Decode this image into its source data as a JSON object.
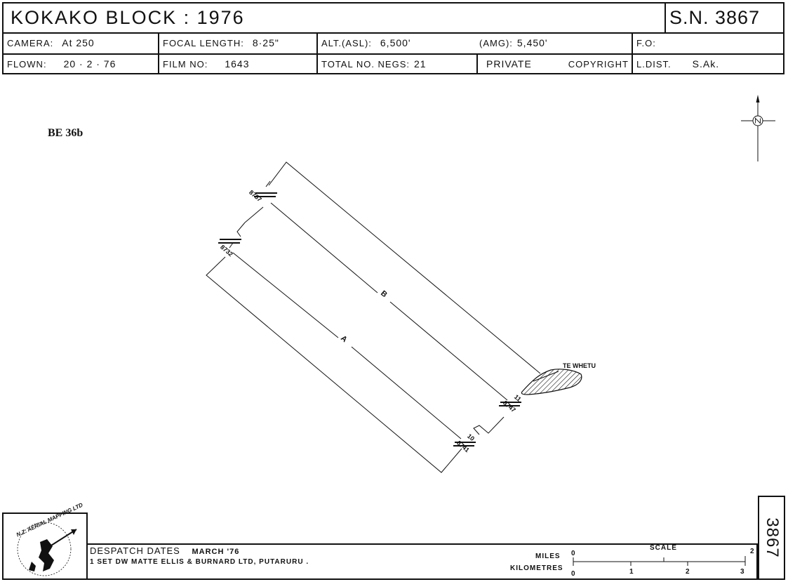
{
  "header": {
    "title": "KOKAKO  BLOCK : 1976",
    "survey_number": "S.N. 3867",
    "row2": {
      "camera_label": "CAMERA:",
      "camera_value": "At 250",
      "focal_label": "FOCAL  LENGTH:",
      "focal_value": "8·25\"",
      "alt_label": "ALT.(ASL):",
      "alt_value": "6,500'",
      "amg_label": "(AMG):",
      "amg_value": "5,450'",
      "fo_label": "F.O:"
    },
    "row3": {
      "flown_label": "FLOWN:",
      "flown_value": "20 · 2 · 76",
      "film_label": "FILM  NO:",
      "film_value": "1643",
      "negs_label": "TOTAL  NO.  NEGS:",
      "negs_value": "21",
      "private_label": "PRIVATE",
      "copyright_label": "COPYRIGHT",
      "ldist_label": "L.DIST.",
      "ldist_value": "S.Ak."
    }
  },
  "frame_id": "BE 36b",
  "map": {
    "place_label": "TE WHETU",
    "run_labels": [
      "A",
      "B"
    ],
    "film_numbers": [
      "8757",
      "8732",
      "8747",
      "8741"
    ],
    "segment_labels": [
      "11",
      "10"
    ],
    "north_symbol": "N"
  },
  "footer": {
    "dispatch_label": "DESPATCH  DATES",
    "dispatch_value": "MARCH '76",
    "supply_text": "1 SET DW MATTE  ELLIS & BURNARD LTD, PUTARURU .",
    "scale_title": "SCALE",
    "miles_label": "MILES",
    "km_label": "KILOMETRES",
    "miles_ticks": [
      "0",
      "2"
    ],
    "km_ticks": [
      "0",
      "1",
      "2",
      "3"
    ],
    "side_number": "3867",
    "logo_text": "N.Z. AERIAL MAPPING LTD"
  }
}
